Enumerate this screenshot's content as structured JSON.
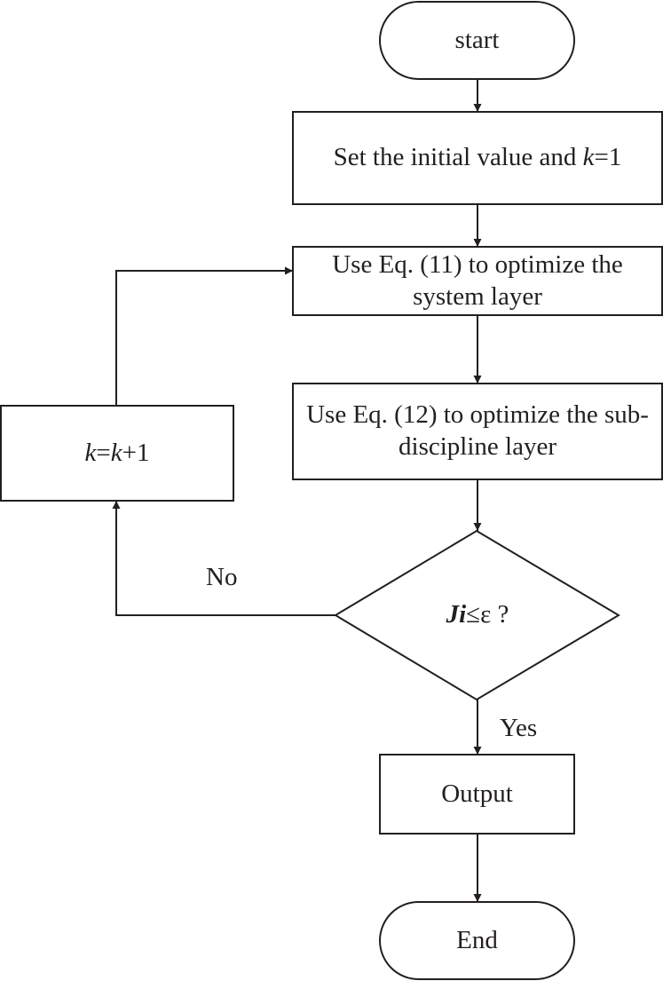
{
  "nodes": {
    "start": "start",
    "init": {
      "prefix": "Set the initial value and ",
      "var": "k",
      "suffix": "=1"
    },
    "system": "Use Eq. (11) to optimize the system layer",
    "subdiscipline": "Use Eq. (12) to optimize the sub-discipline layer",
    "increment": {
      "var1": "k",
      "eq": "=",
      "var2": "k",
      "suffix": "+1"
    },
    "decision": {
      "var": "Ji",
      "suffix": "≤ε ?"
    },
    "output": "Output",
    "end": "End"
  },
  "edges": {
    "no_label": "No",
    "yes_label": "Yes"
  },
  "colors": {
    "stroke": "#231f20",
    "text": "#231f20",
    "background": "#ffffff"
  }
}
